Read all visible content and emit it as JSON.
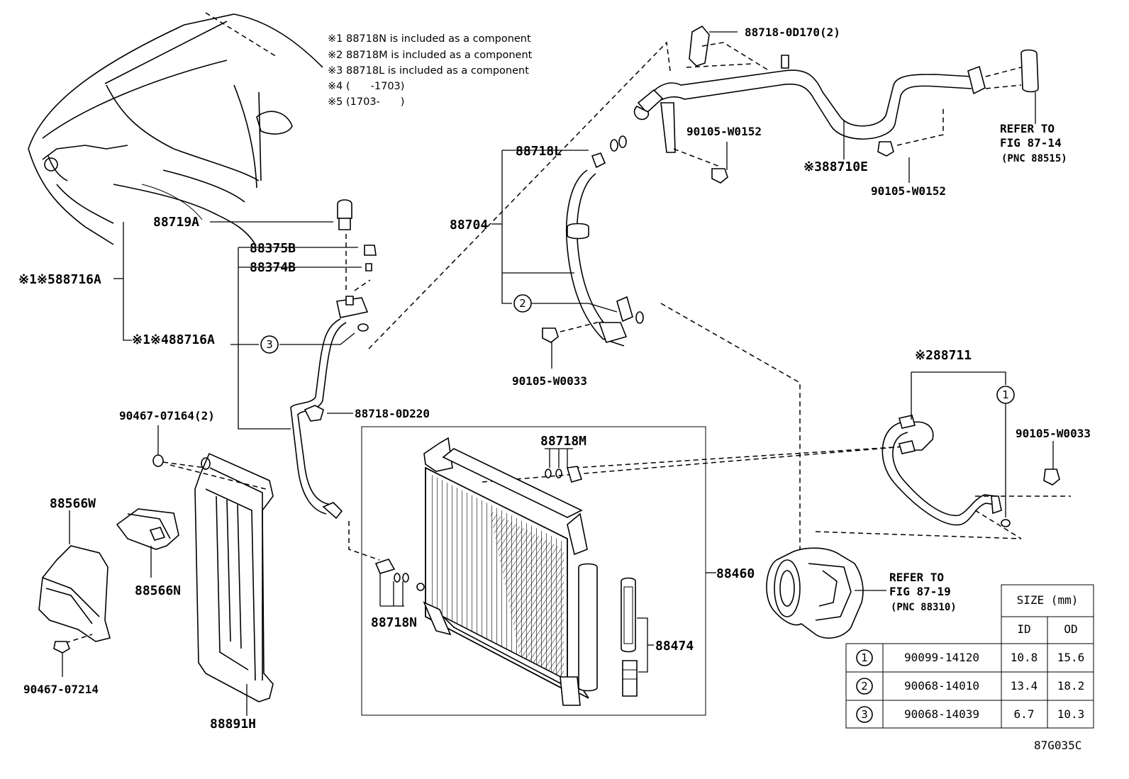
{
  "notes": [
    "※1 88718N is included as a component",
    "※2 88718M is included as a component",
    "※3 88718L is included as a component",
    "※4 (　　-1703)",
    "※5 (1703-　　)"
  ],
  "labels": {
    "p88718_0D170": "88718-0D170(2)",
    "p90105_W0152_a": "90105-W0152",
    "p88710E": "※388710E",
    "p90105_W0152_b": "90105-W0152",
    "p88718L": "88718L",
    "p88704": "88704",
    "p88719A": "88719A",
    "p88375B": "88375B",
    "p88374B": "88374B",
    "p88716A_a": "※1※588716A",
    "p88716A_b": "※1※488716A",
    "p90105_W0033_a": "90105-W0033",
    "p88711": "※288711",
    "p90105_W0033_b": "90105-W0033",
    "p88718_0D220": "88718-0D220",
    "p90467_07164": "90467-07164(2)",
    "p88718M": "88718M",
    "p88566W": "88566W",
    "p88566N": "88566N",
    "p88460": "88460",
    "p88718N": "88718N",
    "p88474": "88474",
    "p88891H": "88891H",
    "p90467_07214": "90467-07214",
    "drawing_code": "87G035C"
  },
  "refs": {
    "top_right": [
      "REFER TO",
      "FIG 87-14",
      "(PNC 88515)"
    ],
    "compressor": [
      "REFER TO",
      "FIG 87-19",
      "(PNC 88310)"
    ]
  },
  "circle_marks": [
    "1",
    "2",
    "3"
  ],
  "size_table": {
    "header": "SIZE (mm)",
    "columns": [
      "ID",
      "OD"
    ],
    "rows": [
      {
        "mark": "1",
        "part": "90099-14120",
        "id": "10.8",
        "od": "15.6"
      },
      {
        "mark": "2",
        "part": "90068-14010",
        "id": "13.4",
        "od": "18.2"
      },
      {
        "mark": "3",
        "part": "90068-14039",
        "id": "6.7",
        "od": "10.3"
      }
    ]
  }
}
